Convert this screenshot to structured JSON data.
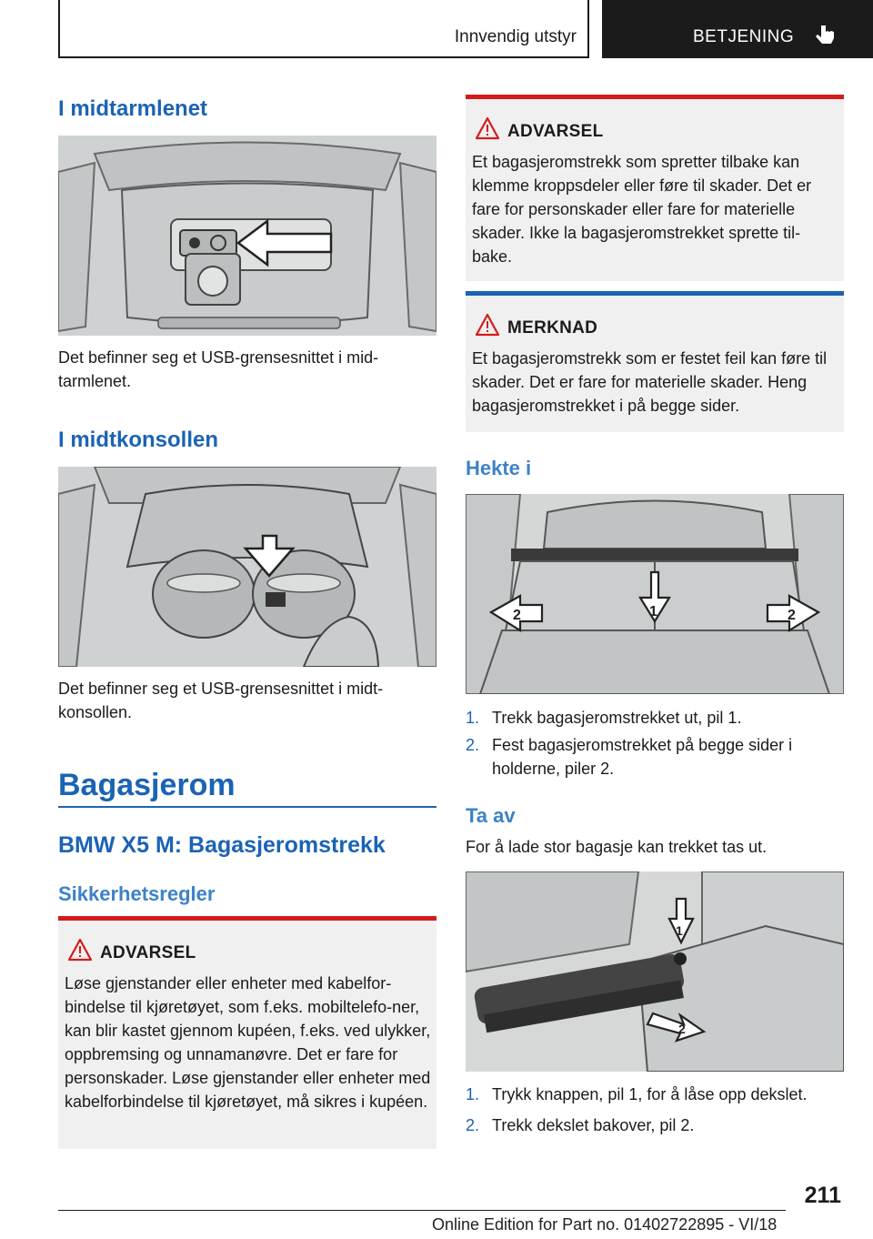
{
  "header": {
    "section": "Innvendig utstyr",
    "chapter": "BETJENING"
  },
  "left": {
    "h_midtarmlenet": "I midtarmlenet",
    "p_midtarmlenet": "Det befinner seg et USB-grensesnittet i mid­tarmlenet.",
    "p_midtarmlenet_l1": "Det befinner seg et USB-grensesnittet i mid-",
    "p_midtarmlenet_l2": "tarmlenet.",
    "h_midtkonsollen": "I midtkonsollen",
    "p_midtkonsollen_l1": "Det befinner seg et USB-grensesnittet i midt-",
    "p_midtkonsollen_l2": "konsollen.",
    "h_bagasjerom": "Bagasjerom",
    "h_bmw": "BMW X5 M: Bagasjeromstrekk",
    "h_sikkerhet": "Sikkerhetsregler",
    "warning": {
      "title": "ADVARSEL",
      "text": "Løse gjenstander eller enheter med kabelfor-bindelse til kjøretøyet, som f.eks. mobiltelefo-ner, kan blir kastet gjennom kupéen, f.eks. ved ulykker, oppbremsing og unnamanøvre. Det er fare for personskader. Løse gjenstander eller enheter med kabelforbindelse til kjøretøyet, må sikres i kupéen."
    }
  },
  "right": {
    "warning": {
      "title": "ADVARSEL",
      "text": "Et bagasjeromstrekk som spretter tilbake kan klemme kroppsdeler eller føre til skader. Det er fare for personskader eller fare for materielle skader. Ikke la bagasjeromstrekket sprette til-bake."
    },
    "note": {
      "title": "MERKNAD",
      "text": "Et bagasjeromstrekk som er festet feil kan føre til skader. Det er fare for materielle skader. Heng bagasjeromstrekket i på begge sider."
    },
    "h_hekte": "Hekte i",
    "hekte_steps": [
      {
        "num": "1.",
        "text": "Trekk bagasjeromstrekket ut, pil 1."
      },
      {
        "num": "2.",
        "text": "Fest bagasjeromstrekket på begge sider i holderne, piler 2."
      }
    ],
    "h_taav": "Ta av",
    "p_taav": "For å lade stor bagasje kan trekket tas ut.",
    "taav_steps": [
      {
        "num": "1.",
        "text": "Trykk knappen, pil 1, for å låse opp dekslet."
      },
      {
        "num": "2.",
        "text": "Trekk dekslet bakover, pil 2."
      }
    ],
    "img_labels": {
      "arrow1": "1",
      "arrow2": "2"
    }
  },
  "footer": {
    "page": "211",
    "edition": "Online Edition for Part no. 01402722895 - VI/18"
  }
}
